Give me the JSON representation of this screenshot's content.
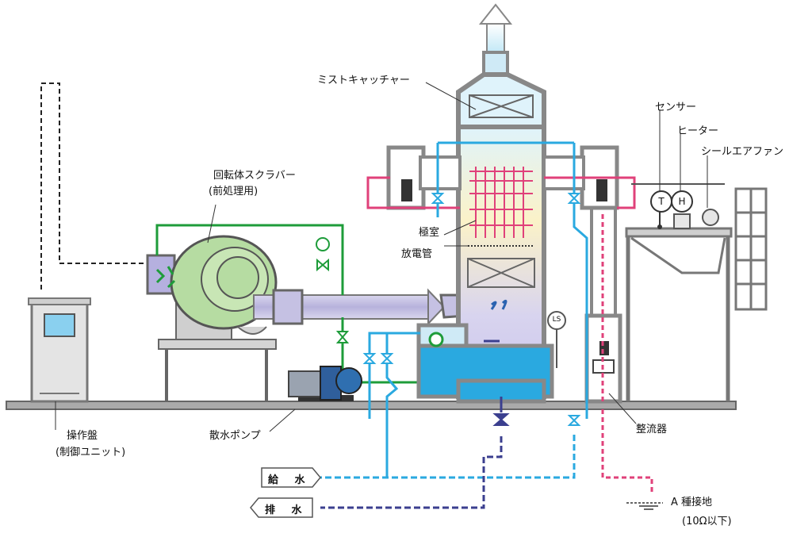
{
  "labels": {
    "mist_catcher": "ミストキャッチャー",
    "rotary_scrubber": "回転体スクラバー",
    "rotary_scrubber_sub": "(前処理用)",
    "electrode_chamber": "極室",
    "discharge_tube": "放電管",
    "sensor": "センサー",
    "heater": "ヒーター",
    "seal_air_fan": "シールエアファン",
    "control_panel": "操作盤",
    "control_panel_sub": "(制御ユニット)",
    "spray_pump": "散水ポンプ",
    "rectifier": "整流器",
    "water_supply": "給 水",
    "drainage": "排 水",
    "grounding": "A 種接地",
    "grounding_sub": "(10Ω以下)",
    "sensor_t": "T",
    "sensor_h": "H",
    "level_switch": "LS"
  },
  "colors": {
    "frame": "#8a8a8a",
    "water": "#2aa9e0",
    "water_pipe_green": "#1e9c3a",
    "drain": "#3b3f8f",
    "power": "#e0417a",
    "gas": "#b9b6dc",
    "scrubber": "#b6dca2"
  }
}
